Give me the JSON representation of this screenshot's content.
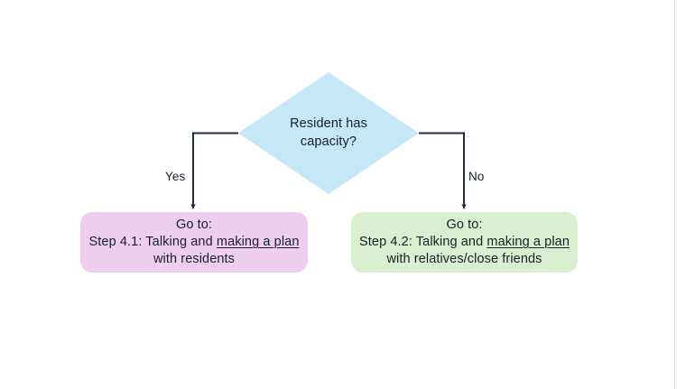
{
  "diagram": {
    "type": "flowchart",
    "background_color": "#ffffff",
    "text_color": "#16202c",
    "decision": {
      "id": "resident-capacity",
      "shape": "diamond",
      "fill_color": "#c5e7f8",
      "line1": "Resident has",
      "line2": "capacity?"
    },
    "edges": [
      {
        "id": "yes",
        "label": "Yes",
        "from": "resident-capacity",
        "to": "outcome-yes",
        "color": "#1f2b3d"
      },
      {
        "id": "no",
        "label": "No",
        "from": "resident-capacity",
        "to": "outcome-no",
        "color": "#1f2b3d"
      }
    ],
    "outcomes": [
      {
        "id": "outcome-yes",
        "shape": "rounded-rectangle",
        "fill_color": "#efcef0",
        "line1": "Go to:",
        "line2_prefix": "Step 4.1: Talking and ",
        "line2_underlined": "making a plan",
        "line3": "with residents"
      },
      {
        "id": "outcome-no",
        "shape": "rounded-rectangle",
        "fill_color": "#d8efd0",
        "line1": "Go to:",
        "line2_prefix": "Step 4.2: Talking and ",
        "line2_underlined": "making a plan",
        "line3": "with relatives/close friends"
      }
    ]
  }
}
